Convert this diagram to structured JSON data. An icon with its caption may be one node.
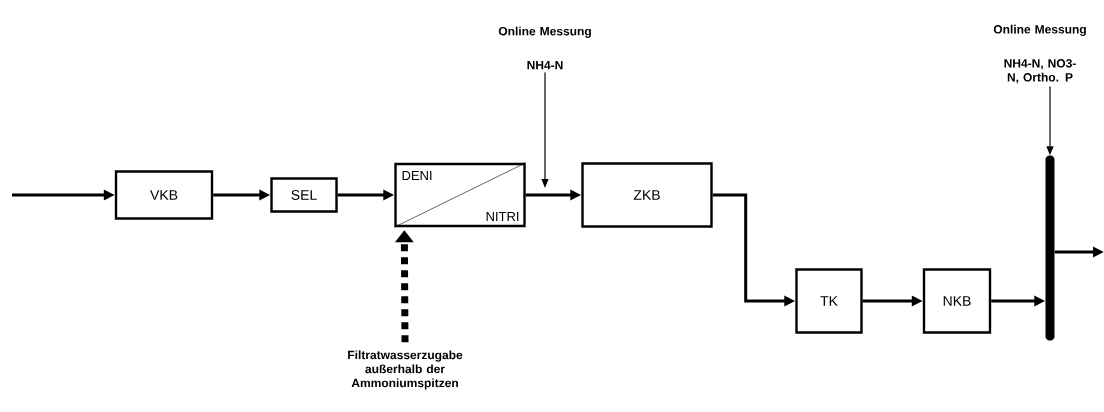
{
  "diagram": {
    "nodes": [
      {
        "text": [
          "VKB"
        ]
      },
      {
        "text": [
          "SEL"
        ]
      },
      {
        "text": [
          "DENI",
          "NITRI"
        ]
      },
      {
        "text": [
          "ZKB"
        ]
      },
      {
        "text": [
          "TK"
        ]
      },
      {
        "text": [
          "NKB"
        ]
      },
      {
        "text": [],
        "shape": "bar"
      },
      {
        "text": [
          "Filtratwasserzugabe außerhalb der Ammoniumspitzen"
        ]
      },
      {
        "text": [
          "Online Messung",
          "NH4-N"
        ]
      },
      {
        "text": [
          "Online Messung",
          "NH4-N, NO3-N, Ortho. P"
        ]
      }
    ],
    "edges": [
      {
        "from": null,
        "to": 0,
        "arrow": "to"
      },
      {
        "from": 0,
        "to": 1,
        "arrow": "to"
      },
      {
        "from": 1,
        "to": 2,
        "arrow": "to"
      },
      {
        "from": 2,
        "to": 3,
        "arrow": "to"
      },
      {
        "from": 3,
        "to": 4,
        "arrow": "to"
      },
      {
        "from": 4,
        "to": 5,
        "arrow": "to"
      },
      {
        "from": 5,
        "to": 6,
        "arrow": "to"
      },
      {
        "from": 6,
        "to": null,
        "arrow": "to"
      },
      {
        "from": 7,
        "to": 2,
        "arrow": "to",
        "style": "dashed"
      },
      {
        "from": 8,
        "to": null,
        "arrow": "to"
      },
      {
        "from": 9,
        "to": 6,
        "arrow": "to"
      }
    ]
  }
}
